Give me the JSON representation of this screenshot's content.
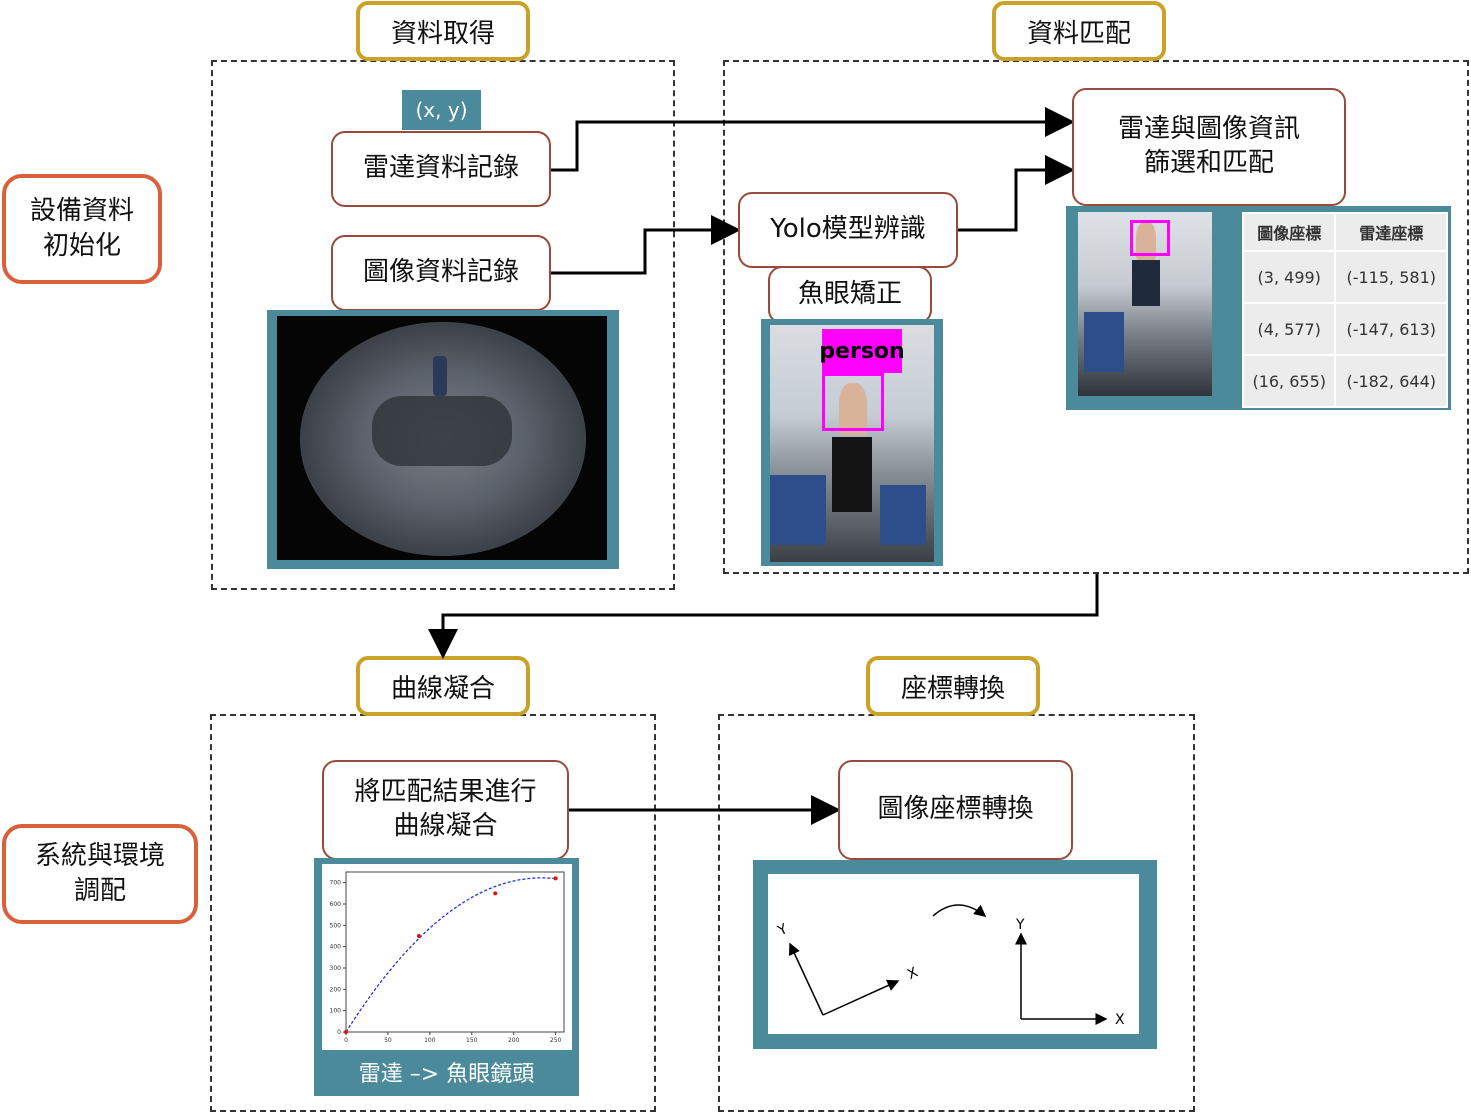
{
  "stage_titles": {
    "data_acquisition": "資料取得",
    "data_matching": "資料匹配",
    "curve_fitting": "曲線凝合",
    "coordinate_transform": "座標轉換"
  },
  "phases": {
    "init": "設備資料\n初始化",
    "calibration": "系統與環境\n調配"
  },
  "boxes": {
    "xy_label": "(x, y)",
    "radar_record": "雷達資料記錄",
    "image_record": "圖像資料記錄",
    "yolo": "Yolo模型辨識",
    "fisheye": "魚眼矯正",
    "radar_image_filter": "雷達與圖像資訊\n篩選和匹配",
    "fit_matched": "將匹配結果進行\n曲線凝合",
    "image_coord_transform": "圖像座標轉換"
  },
  "detection_label": "person",
  "coord_table": {
    "headers": [
      "圖像座標",
      "雷達座標"
    ],
    "rows": [
      [
        "(3, 499)",
        "(-115, 581)"
      ],
      [
        "(4, 577)",
        "(-147, 613)"
      ],
      [
        "(16, 655)",
        "(-182, 644)"
      ]
    ]
  },
  "curve_caption": "雷達 –> 魚眼鏡頭",
  "chart_data": {
    "type": "line",
    "x": [
      0,
      87,
      178,
      250
    ],
    "y": [
      0,
      450,
      650,
      720
    ],
    "xlim": [
      0,
      260
    ],
    "ylim": [
      0,
      750
    ],
    "xticks": [
      "0",
      "50",
      "100",
      "150",
      "200",
      "250"
    ],
    "yticks": [
      "0",
      "100",
      "200",
      "300",
      "400",
      "500",
      "600",
      "700"
    ]
  },
  "axes_labels": {
    "x": "X",
    "y": "Y"
  },
  "colors": {
    "gold": "#c9a227",
    "red": "#d9603b",
    "teal": "#4a8a9a",
    "magenta": "#ff00ff"
  }
}
